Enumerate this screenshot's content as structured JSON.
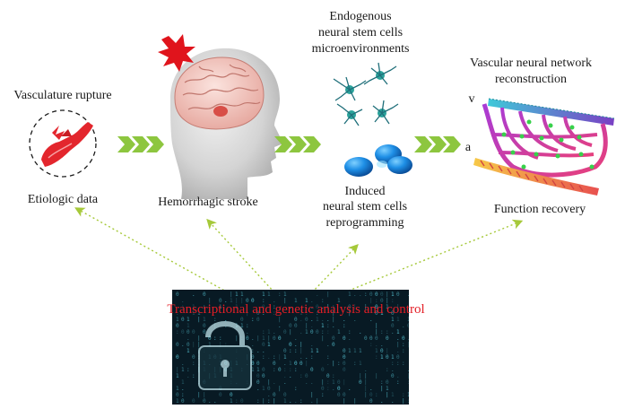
{
  "stages": {
    "vasculature_rupture": "Vasculature rupture",
    "etiologic_data": "Etiologic data",
    "hemorrhagic_stroke": "Hemorrhagic stroke",
    "endogenous": [
      "Endogenous",
      "neural stem cells",
      "microenvironments"
    ],
    "induced": [
      "Induced",
      "neural stem cells",
      "reprogramming"
    ],
    "vascular_network": [
      "Vascular neural network",
      "reconstruction"
    ],
    "function_recovery": "Function recovery",
    "vessel_v": "v",
    "vessel_a": "a"
  },
  "bottom_panel": {
    "caption": "Transcriptional and genetic analysis and control"
  },
  "colors": {
    "arrow_green": "#8dc63f",
    "dotted_line": "#a6c93a",
    "caption_red": "#e41e26",
    "panel_dark": "#081a24",
    "matrix_cyan": "#5fd7e8"
  },
  "icons": [
    "ruptured-vessel-icon",
    "brain-head-icon",
    "explosion-icon",
    "neuron-icon",
    "stem-cell-icon",
    "vascular-network-icon",
    "lock-icon"
  ]
}
